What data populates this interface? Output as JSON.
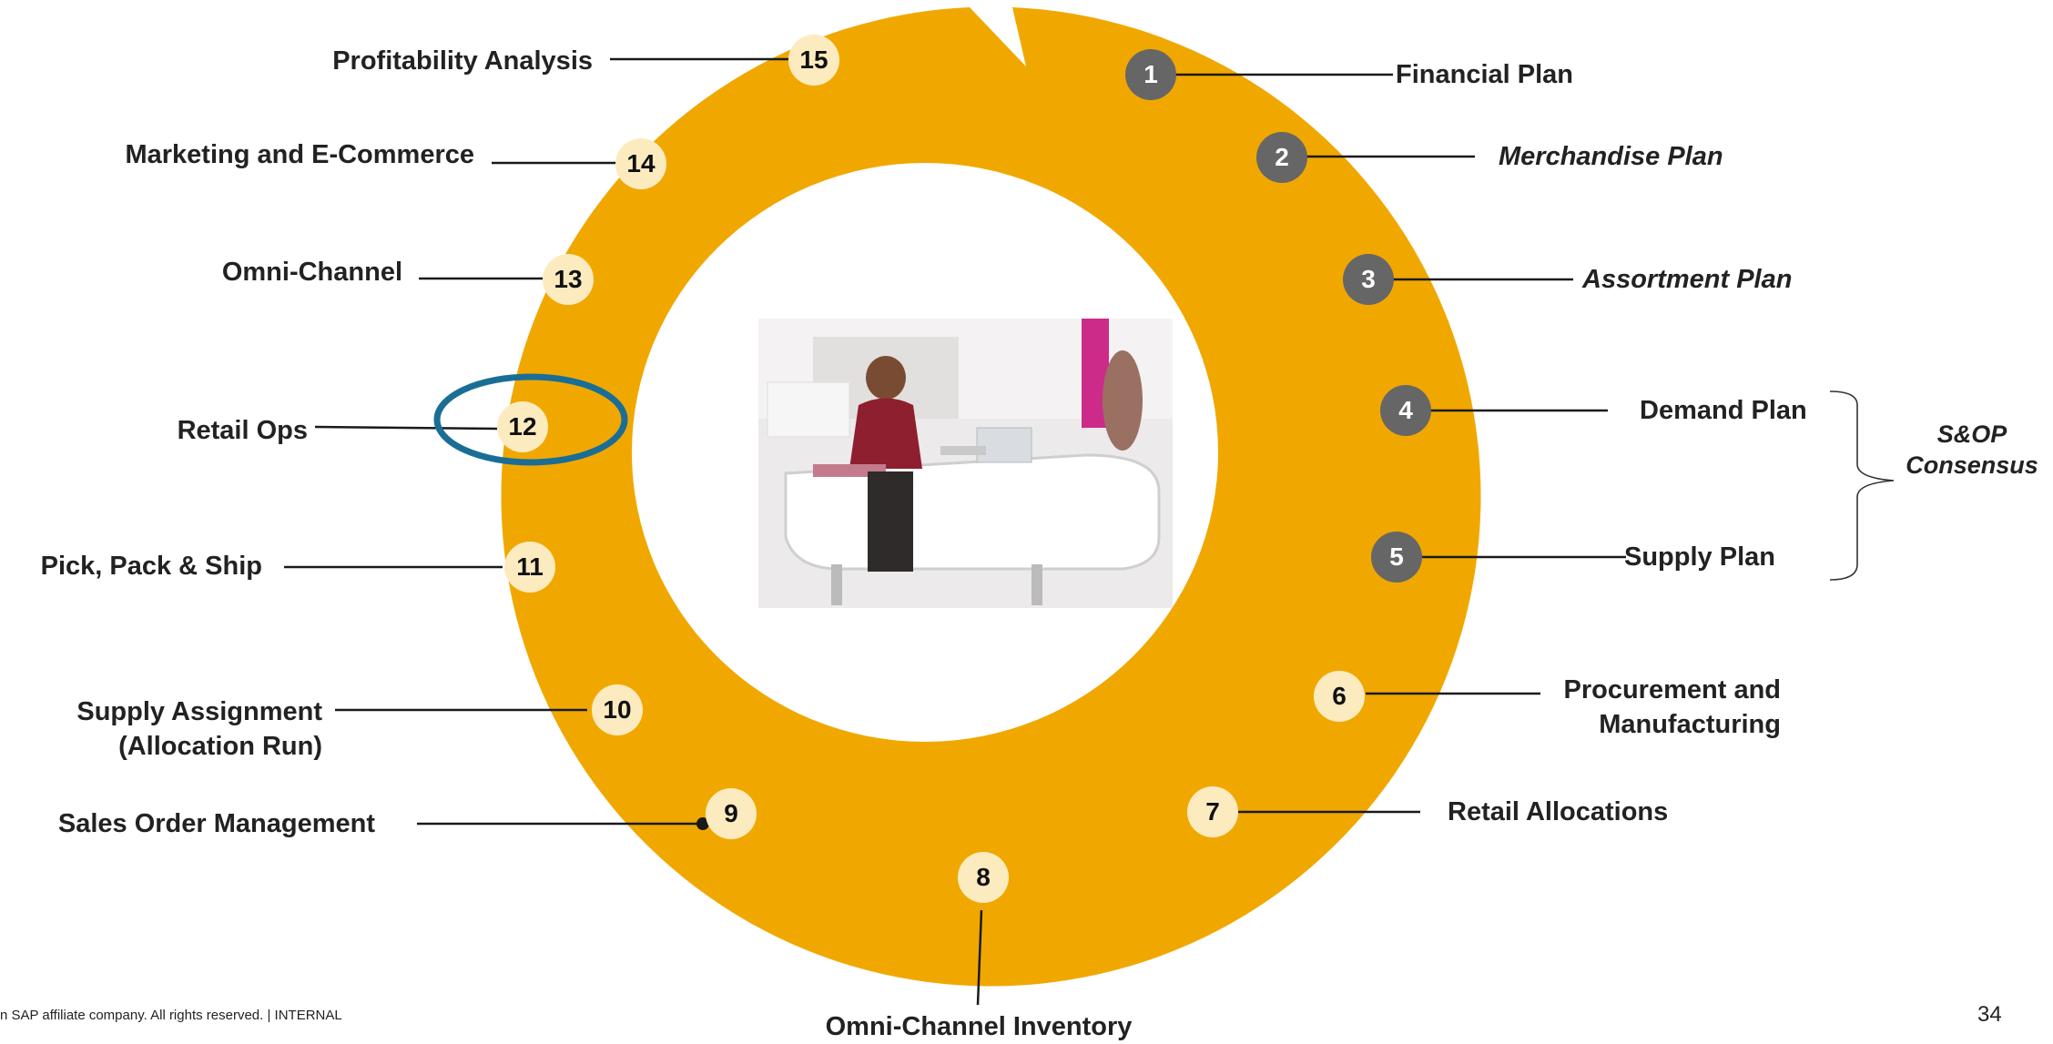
{
  "stages": [
    {
      "number": "1",
      "label": "Financial Plan"
    },
    {
      "number": "2",
      "label": "Merchandise Plan"
    },
    {
      "number": "3",
      "label": "Assortment Plan"
    },
    {
      "number": "4",
      "label": "Demand Plan"
    },
    {
      "number": "5",
      "label": "Supply Plan"
    },
    {
      "number": "6",
      "label": "Procurement and Manufacturing"
    },
    {
      "number": "7",
      "label": "Retail Allocations"
    },
    {
      "number": "8",
      "label": "Omni-Channel Inventory"
    },
    {
      "number": "9",
      "label": "Sales Order Management"
    },
    {
      "number": "10",
      "label": "Supply Assignment (Allocation Run)"
    },
    {
      "number": "11",
      "label": "Pick, Pack & Ship"
    },
    {
      "number": "12",
      "label": "Retail Ops"
    },
    {
      "number": "13",
      "label": "Omni-Channel"
    },
    {
      "number": "14",
      "label": "Marketing and E-Commerce"
    },
    {
      "number": "15",
      "label": "Profitability Analysis"
    }
  ],
  "bracket_group": "S&OP Consensus",
  "highlighted_stage": "12",
  "footer": {
    "copyright": "n SAP affiliate company. All rights reserved.  |  INTERNAL",
    "page_number": "34"
  },
  "colors": {
    "ring": "#f0a800",
    "dark_badge": "#666666",
    "light_badge": "#fdebc0",
    "highlight_ellipse": "#1a6e96",
    "connector": "#1a1a1a"
  }
}
